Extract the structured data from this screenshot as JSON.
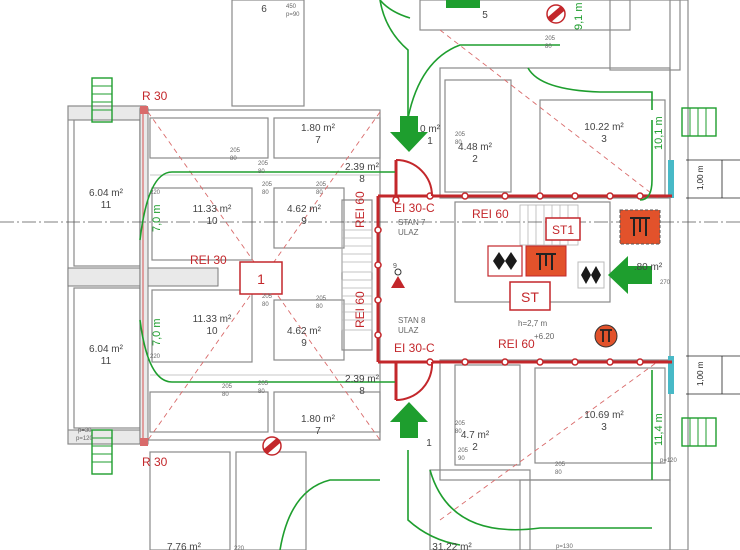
{
  "rooms": [
    {
      "area": "6.04 m²",
      "number": "11"
    },
    {
      "area": "6.04 m²",
      "number": "11"
    },
    {
      "area": "11.33 m²",
      "number": "10"
    },
    {
      "area": "11.33 m²",
      "number": "10"
    },
    {
      "area": "4.62 m²",
      "number": "9"
    },
    {
      "area": "4.62 m²",
      "number": "9"
    },
    {
      "area": "2.39 m²",
      "number": "8"
    },
    {
      "area": "2.39 m²",
      "number": "8"
    },
    {
      "area": "1.80 m²",
      "number": "7"
    },
    {
      "area": "1.80 m²",
      "number": "7"
    },
    {
      "area": "4.48 m²",
      "number": "2"
    },
    {
      "area": "4.7 m²",
      "number": "2"
    },
    {
      "area": "10.22 m²",
      "number": "3"
    },
    {
      "area": "10.69 m²",
      "number": "3"
    },
    {
      "area": "7.76 m²",
      "number": "6"
    },
    {
      "area": "7.76 m²",
      "number": "6"
    },
    {
      "area": "31.22 m²",
      "number": ""
    },
    {
      "area": "",
      "number": "5"
    },
    {
      "area": "0 m²",
      "number": "1"
    },
    {
      "area": "",
      "number": "1"
    },
    {
      "area": ".80 m²",
      "number": ""
    }
  ],
  "fire_labels": {
    "r30_top": "R 30",
    "r30_bottom": "R 30",
    "rei30": "REI 30",
    "rei60_top": "REI 60",
    "rei60_bottom": "REI 60",
    "rei60_vert_top": "REI 60",
    "rei60_vert_bottom": "REI 60",
    "ei30c_top": "EI 30-C",
    "ei30c_bottom": "EI 30-C"
  },
  "stair_box": "1",
  "st_box": "ST",
  "st1_box": "ST1",
  "apartments": [
    {
      "name": "STAN 7",
      "sub": "ULAZ"
    },
    {
      "name": "STAN 8",
      "sub": "ULAZ"
    }
  ],
  "height_note": "h=2,7 m",
  "level_note": "+6.20",
  "marker_9": "9",
  "evac_distances": [
    "7,0 m",
    "7,0 m",
    "10,1 m",
    "11,4 m",
    "9,1 m"
  ],
  "dimensions": [
    "1,00 m",
    "1,00 m"
  ],
  "door_labels": [
    {
      "top": "205",
      "bottom": "80"
    },
    {
      "top": "205",
      "bottom": "80"
    },
    {
      "top": "205",
      "bottom": "80"
    },
    {
      "top": "205",
      "bottom": "80"
    },
    {
      "top": "205",
      "bottom": "80"
    },
    {
      "top": "205",
      "bottom": "80"
    },
    {
      "top": "205",
      "bottom": "80"
    },
    {
      "top": "205",
      "bottom": "80"
    },
    {
      "top": "205",
      "bottom": "90"
    },
    {
      "top": "205",
      "bottom": "80"
    },
    {
      "top": "205",
      "bottom": "80"
    },
    {
      "top": "205",
      "bottom": "80"
    },
    {
      "top": "205",
      "bottom": "80"
    }
  ],
  "small_notes": [
    "220",
    "450",
    "p=90",
    "p=30",
    "p=120",
    "220",
    "270",
    "p=130",
    "p=120",
    "220"
  ],
  "colors": {
    "fire_line": "#c3272b",
    "evacuation": "#1e9e2e",
    "hydrant_box": "#e2522b",
    "walls": "#8a8a8a"
  },
  "icons": [
    "hydrant-icon",
    "extinguisher-icon",
    "fire-alarm-icon",
    "exit-arrow-icon",
    "stair-icon"
  ]
}
